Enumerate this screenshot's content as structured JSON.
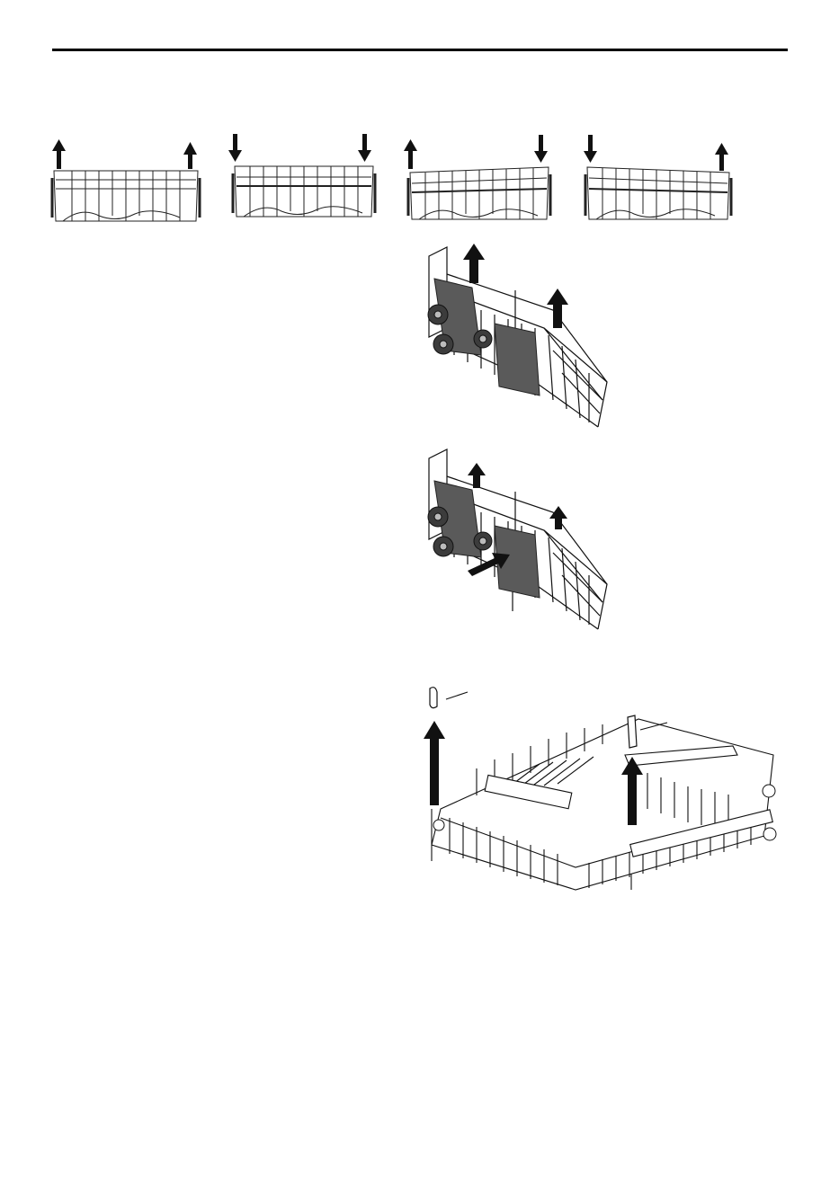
{
  "page": {
    "header_rule": "top-rule",
    "illustrations": [
      "rack-height-adjustment-step-1",
      "rack-height-adjustment-step-2",
      "rack-height-adjustment-step-3",
      "rack-height-adjustment-step-4",
      "rack-adjuster-lift",
      "rack-adjuster-press-and-lift",
      "rack-stop-clip-removal"
    ],
    "colors": {
      "line": "#000000",
      "gray": "#5a5a5a",
      "dark": "#3c3c3c"
    }
  }
}
